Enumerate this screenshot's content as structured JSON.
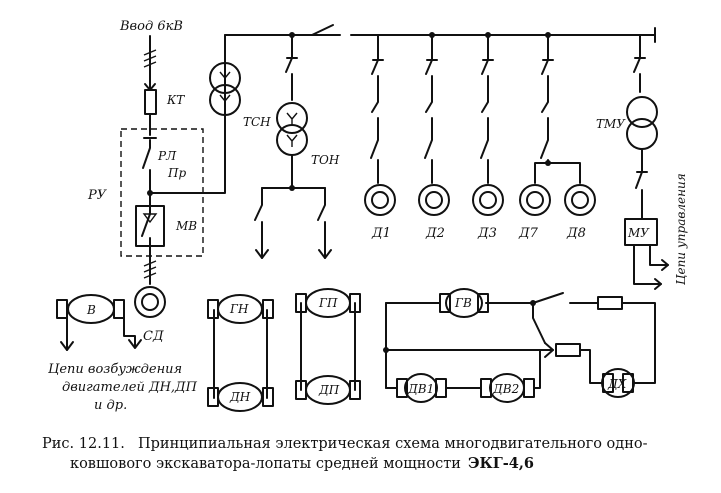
{
  "labels": {
    "input": "Ввод 6кВ",
    "kt": "КТ",
    "rl": "РЛ",
    "pr": "Пр",
    "ru": "РУ",
    "mv": "МВ",
    "tsn": "ТСН",
    "ton": "ТОН",
    "tmu": "ТМУ",
    "sd": "СД",
    "d1": "Д1",
    "d2": "Д2",
    "d3": "Д3",
    "d7": "Д7",
    "d8": "Д8",
    "mu": "МУ",
    "control_circuits": "Цепи управления",
    "v": "В",
    "gn": "ГН",
    "dn": "ДН",
    "gp": "ГП",
    "dp": "ДП",
    "gv": "ГВ",
    "dv1": "ДВ1",
    "dv2": "ДВ2",
    "dh": "ДХ",
    "exc_line1": "Цепи возбуждения",
    "exc_line2": "двигателей ДН,ДП",
    "exc_line3": "и др."
  },
  "caption": {
    "prefix": "Рис. 12.11.",
    "line1": "Принципиальная электрическая схема многодвигательного одно-",
    "line2_main": "ковшового экскаватора-лопаты средней мощности",
    "line2_model": "ЭКГ-4,6"
  }
}
